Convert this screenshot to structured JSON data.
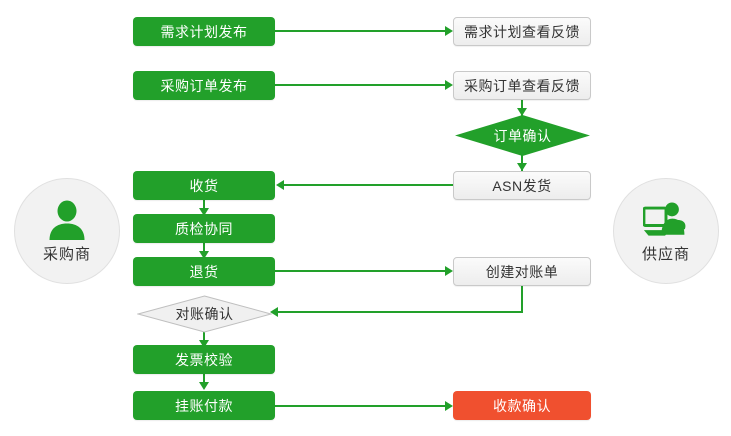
{
  "diagram": {
    "type": "flowchart",
    "title_visible": false,
    "colors": {
      "green": "#22a02a",
      "orange": "#f0502f",
      "grey_fill": "#f0f0f0",
      "grey_border": "#c9c9c9",
      "text_on_color": "#ffffff",
      "text_on_grey": "#333333",
      "actor_circle": "#f2f2f2"
    },
    "actors": [
      {
        "id": "buyer",
        "label": "采购商",
        "icon": "person-icon",
        "side": "left"
      },
      {
        "id": "supplier",
        "label": "供应商",
        "icon": "person-computer-icon",
        "side": "right"
      }
    ],
    "nodes": [
      {
        "id": "n1",
        "label": "需求计划发布",
        "shape": "rect",
        "style": "green"
      },
      {
        "id": "n2",
        "label": "需求计划查看反馈",
        "shape": "rect",
        "style": "grey"
      },
      {
        "id": "n3",
        "label": "采购订单发布",
        "shape": "rect",
        "style": "green"
      },
      {
        "id": "n4",
        "label": "采购订单查看反馈",
        "shape": "rect",
        "style": "grey"
      },
      {
        "id": "n5",
        "label": "订单确认",
        "shape": "diamond",
        "style": "green"
      },
      {
        "id": "n6",
        "label": "ASN发货",
        "shape": "rect",
        "style": "grey"
      },
      {
        "id": "n7",
        "label": "收货",
        "shape": "rect",
        "style": "green"
      },
      {
        "id": "n8",
        "label": "质检协同",
        "shape": "rect",
        "style": "green"
      },
      {
        "id": "n9",
        "label": "退货",
        "shape": "rect",
        "style": "green"
      },
      {
        "id": "n10",
        "label": "创建对账单",
        "shape": "rect",
        "style": "grey"
      },
      {
        "id": "n11",
        "label": "对账确认",
        "shape": "diamond",
        "style": "grey"
      },
      {
        "id": "n12",
        "label": "发票校验",
        "shape": "green",
        "style": "green"
      },
      {
        "id": "n13",
        "label": "挂账付款",
        "shape": "rect",
        "style": "green"
      },
      {
        "id": "n14",
        "label": "收款确认",
        "shape": "rect",
        "style": "orange"
      }
    ],
    "edges": [
      {
        "from": "n1",
        "to": "n2",
        "direction": "right"
      },
      {
        "from": "n3",
        "to": "n4",
        "direction": "right"
      },
      {
        "from": "n4",
        "to": "n5",
        "direction": "down"
      },
      {
        "from": "n5",
        "to": "n6",
        "direction": "down"
      },
      {
        "from": "n6",
        "to": "n7",
        "direction": "left"
      },
      {
        "from": "n7",
        "to": "n8",
        "direction": "down"
      },
      {
        "from": "n8",
        "to": "n9",
        "direction": "down"
      },
      {
        "from": "n9",
        "to": "n10",
        "direction": "right"
      },
      {
        "from": "n10",
        "to": "n11",
        "direction": "left"
      },
      {
        "from": "n11",
        "to": "n12",
        "direction": "down"
      },
      {
        "from": "n12",
        "to": "n13",
        "direction": "down"
      },
      {
        "from": "n13",
        "to": "n14",
        "direction": "right"
      }
    ]
  }
}
